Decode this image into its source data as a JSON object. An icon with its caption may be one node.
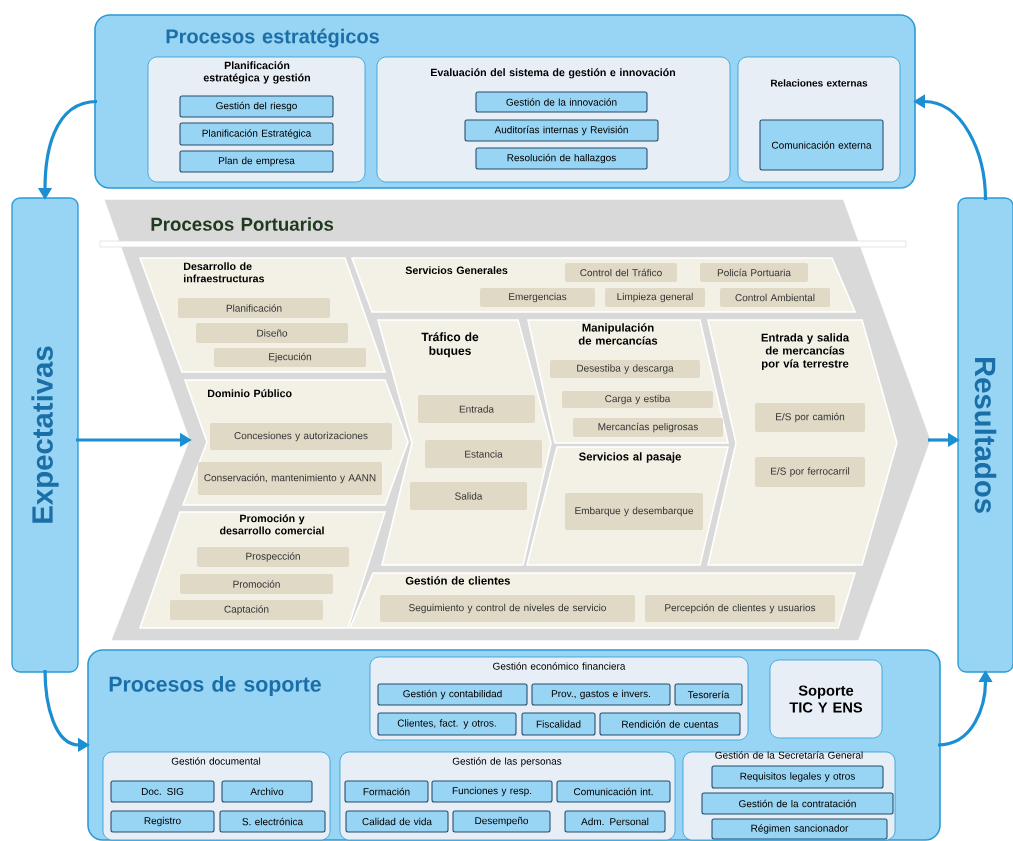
{
  "diagram": {
    "nodes": [
      {
        "text": [
          "Procesos estratégicos"
        ]
      },
      {
        "text": [
          "Planificación estratégica y gestión"
        ],
        "in": 0
      },
      {
        "text": [
          "Gestión del riesgo"
        ],
        "in": 1
      },
      {
        "text": [
          "Planificación Estratégica"
        ],
        "in": 1
      },
      {
        "text": [
          "Plan de empresa"
        ],
        "in": 1
      },
      {
        "text": [
          "Evaluación del sistema de gestión e innovación"
        ],
        "in": 0
      },
      {
        "text": [
          "Gestión de la innovación"
        ],
        "in": 5
      },
      {
        "text": [
          "Auditorías internas y Revisión"
        ],
        "in": 5
      },
      {
        "text": [
          "Resolución de hallazgos"
        ],
        "in": 5
      },
      {
        "text": [
          "Relaciones externas"
        ],
        "in": 0
      },
      {
        "text": [
          "Comunicación externa"
        ],
        "in": 9
      },
      {
        "text": [
          "Expectativas"
        ]
      },
      {
        "text": [
          "Resultados"
        ]
      },
      {
        "text": [
          "Procesos Portuarios"
        ]
      },
      {
        "text": [
          "Desarrollo de infraestructuras"
        ],
        "in": 13
      },
      {
        "text": [
          "Planificación"
        ],
        "in": 14
      },
      {
        "text": [
          "Diseño"
        ],
        "in": 14
      },
      {
        "text": [
          "Ejecución"
        ],
        "in": 14
      },
      {
        "text": [
          "Dominio Público"
        ],
        "in": 13
      },
      {
        "text": [
          "Concesiones y autorizaciones"
        ],
        "in": 18
      },
      {
        "text": [
          "Conservación, mantenimiento y AANN"
        ],
        "in": 18
      },
      {
        "text": [
          "Promoción y desarrollo comercial"
        ],
        "in": 13
      },
      {
        "text": [
          "Prospección"
        ],
        "in": 21
      },
      {
        "text": [
          "Promoción"
        ],
        "in": 21
      },
      {
        "text": [
          "Captación"
        ],
        "in": 21
      },
      {
        "text": [
          "Servicios Generales"
        ],
        "in": 13
      },
      {
        "text": [
          "Control del Tráfico"
        ],
        "in": 25
      },
      {
        "text": [
          "Policía Portuaria"
        ],
        "in": 25
      },
      {
        "text": [
          "Emergencias"
        ],
        "in": 25
      },
      {
        "text": [
          "Limpieza general"
        ],
        "in": 25
      },
      {
        "text": [
          "Control Ambiental"
        ],
        "in": 25
      },
      {
        "text": [
          "Tráfico de buques"
        ],
        "in": 13
      },
      {
        "text": [
          "Entrada"
        ],
        "in": 31
      },
      {
        "text": [
          "Estancia"
        ],
        "in": 31
      },
      {
        "text": [
          "Salida"
        ],
        "in": 31
      },
      {
        "text": [
          "Manipulación de mercancías"
        ],
        "in": 13
      },
      {
        "text": [
          "Desestiba y descarga"
        ],
        "in": 35
      },
      {
        "text": [
          "Carga y estiba"
        ],
        "in": 35
      },
      {
        "text": [
          "Mercancías peligrosas"
        ],
        "in": 35
      },
      {
        "text": [
          "Servicios al pasaje"
        ],
        "in": 13
      },
      {
        "text": [
          "Embarque y desembarque"
        ],
        "in": 39
      },
      {
        "text": [
          "Entrada y salida de mercancías por vía terrestre"
        ],
        "in": 13
      },
      {
        "text": [
          "E/S por camión"
        ],
        "in": 41
      },
      {
        "text": [
          "E/S por ferrocarril"
        ],
        "in": 41
      },
      {
        "text": [
          "Gestión de clientes"
        ],
        "in": 13
      },
      {
        "text": [
          "Seguimiento y control de niveles de servicio"
        ],
        "in": 44
      },
      {
        "text": [
          "Percepción de clientes y usuarios"
        ],
        "in": 44
      },
      {
        "text": [
          "Procesos de soporte"
        ]
      },
      {
        "text": [
          "Gestión económico financiera"
        ],
        "in": 47
      },
      {
        "text": [
          "Gestión y contabilidad"
        ],
        "in": 48
      },
      {
        "text": [
          "Prov., gastos e invers."
        ],
        "in": 48
      },
      {
        "text": [
          "Tesorería"
        ],
        "in": 48
      },
      {
        "text": [
          "Clientes, fact. y otros."
        ],
        "in": 48
      },
      {
        "text": [
          "Fiscalidad"
        ],
        "in": 48
      },
      {
        "text": [
          "Rendición de cuentas"
        ],
        "in": 48
      },
      {
        "text": [
          "Soporte TIC Y ENS"
        ],
        "in": 47
      },
      {
        "text": [
          "Gestión documental"
        ],
        "in": 47
      },
      {
        "text": [
          "Doc. SIG"
        ],
        "in": 56
      },
      {
        "text": [
          "Archivo"
        ],
        "in": 56
      },
      {
        "text": [
          "Registro"
        ],
        "in": 56
      },
      {
        "text": [
          "S. electrónica"
        ],
        "in": 56
      },
      {
        "text": [
          "Gestión de las personas"
        ],
        "in": 47
      },
      {
        "text": [
          "Formación"
        ],
        "in": 61
      },
      {
        "text": [
          "Funciones y resp."
        ],
        "in": 61
      },
      {
        "text": [
          "Comunicación int."
        ],
        "in": 61
      },
      {
        "text": [
          "Calidad de vida"
        ],
        "in": 61
      },
      {
        "text": [
          "Desempeño"
        ],
        "in": 61
      },
      {
        "text": [
          "Adm. Personal"
        ],
        "in": 61
      },
      {
        "text": [
          "Gestión de la Secretaría General"
        ],
        "in": 47
      },
      {
        "text": [
          "Requisitos legales y otros"
        ],
        "in": 68
      },
      {
        "text": [
          "Gestión de la contratación"
        ],
        "in": 68
      },
      {
        "text": [
          "Régimen sancionador"
        ],
        "in": 68
      }
    ],
    "edges": [
      {
        "from": 0,
        "to": 11,
        "arrow": "to"
      },
      {
        "from": 11,
        "to": 47,
        "arrow": "to"
      },
      {
        "from": 11,
        "to": 13,
        "arrow": "to"
      },
      {
        "from": 13,
        "to": 12,
        "arrow": "to"
      },
      {
        "from": 47,
        "to": 12,
        "arrow": "to"
      },
      {
        "from": 12,
        "to": 0,
        "arrow": "to"
      }
    ]
  }
}
